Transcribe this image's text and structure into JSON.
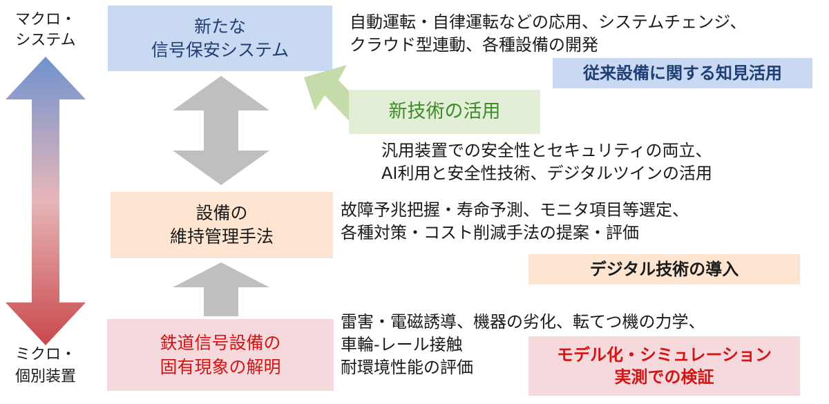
{
  "scale": {
    "top": [
      "マクロ・",
      "システム"
    ],
    "bottom": [
      "ミクロ・",
      "個別装置"
    ]
  },
  "levels": {
    "system": [
      "新たな",
      "信号保安システム"
    ],
    "maintenance": [
      "設備の",
      "維持管理手法"
    ],
    "phenomena": [
      "鉄道信号設備の",
      "固有現象の解明"
    ]
  },
  "descriptions": {
    "system": [
      "自動運転・自律運転などの応用、システムチェンジ、",
      "クラウド型連動、各種設備の開発"
    ],
    "new_tech": [
      "汎用装置での安全性とセキュリティの両立、",
      "AI利用と安全性技術、デジタルツインの活用"
    ],
    "maintenance": [
      "故障予兆把握・寿命予測、モニタ項目等選定、",
      "各種対策・コスト削減手法の提案・評価"
    ],
    "phenomena": [
      "雷害・電磁誘導、機器の劣化、転てつ機の力学、",
      "車輪-レール接触",
      "耐環境性能の評価"
    ]
  },
  "tags": {
    "knowledge": "従来設備に関する知見活用",
    "new_tech": "新技術の活用",
    "digital": "デジタル技術の導入",
    "model": [
      "モデル化・シミュレーション",
      "実測での検証"
    ]
  },
  "colors": {
    "blue_box": "#c8d9f1",
    "blue_text": "#1f3e74",
    "green_box": "#e3eed6",
    "green_text": "#3f8b2c",
    "green_arrow": "#c5dcaa",
    "peach_box": "#fde5d2",
    "pink_box": "#f5d9dc",
    "red_text": "#d21414",
    "gray_arrow": "#bfbfbf",
    "scale_top": "#6f93cf",
    "scale_mid": "#e6b6b8",
    "scale_bottom": "#c9484c"
  }
}
